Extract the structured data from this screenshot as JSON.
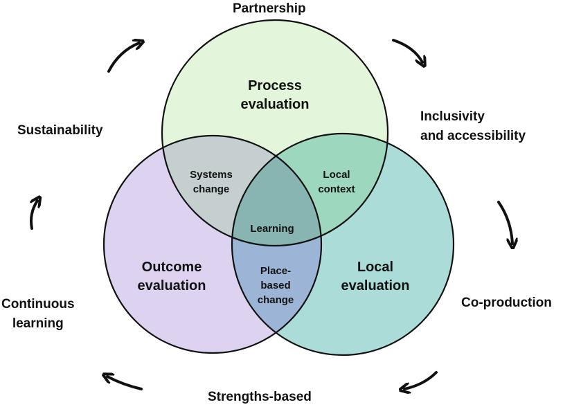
{
  "circles": {
    "process": {
      "label_line1": "Process",
      "label_line2": "evaluation",
      "color": "#e3f6dc"
    },
    "outcome": {
      "label_line1": "Outcome",
      "label_line2": "evaluation",
      "color": "#ddd3f1"
    },
    "local": {
      "label_line1": "Local",
      "label_line2": "evaluation",
      "color": "#abdcd8"
    }
  },
  "overlaps": {
    "process_outcome": {
      "line1": "Systems",
      "line2": "change",
      "color": "#c5cfd0"
    },
    "process_local": {
      "line1": "Local",
      "line2": "context",
      "color": "#9dd7bd"
    },
    "outcome_local": {
      "line1": "Place-",
      "line2": "based",
      "line3": "change",
      "color": "#9cb5d6"
    },
    "all": {
      "label": "Learning",
      "color": "#88b5b2"
    }
  },
  "cycle": {
    "partnership": "Partnership",
    "inclusivity_line1": "Inclusivity",
    "inclusivity_line2": "and accessibility",
    "coproduction": "Co-production",
    "strengths": "Strengths-based",
    "continuous_line1": "Continuous",
    "continuous_line2": "learning",
    "sustainability": "Sustainability"
  }
}
